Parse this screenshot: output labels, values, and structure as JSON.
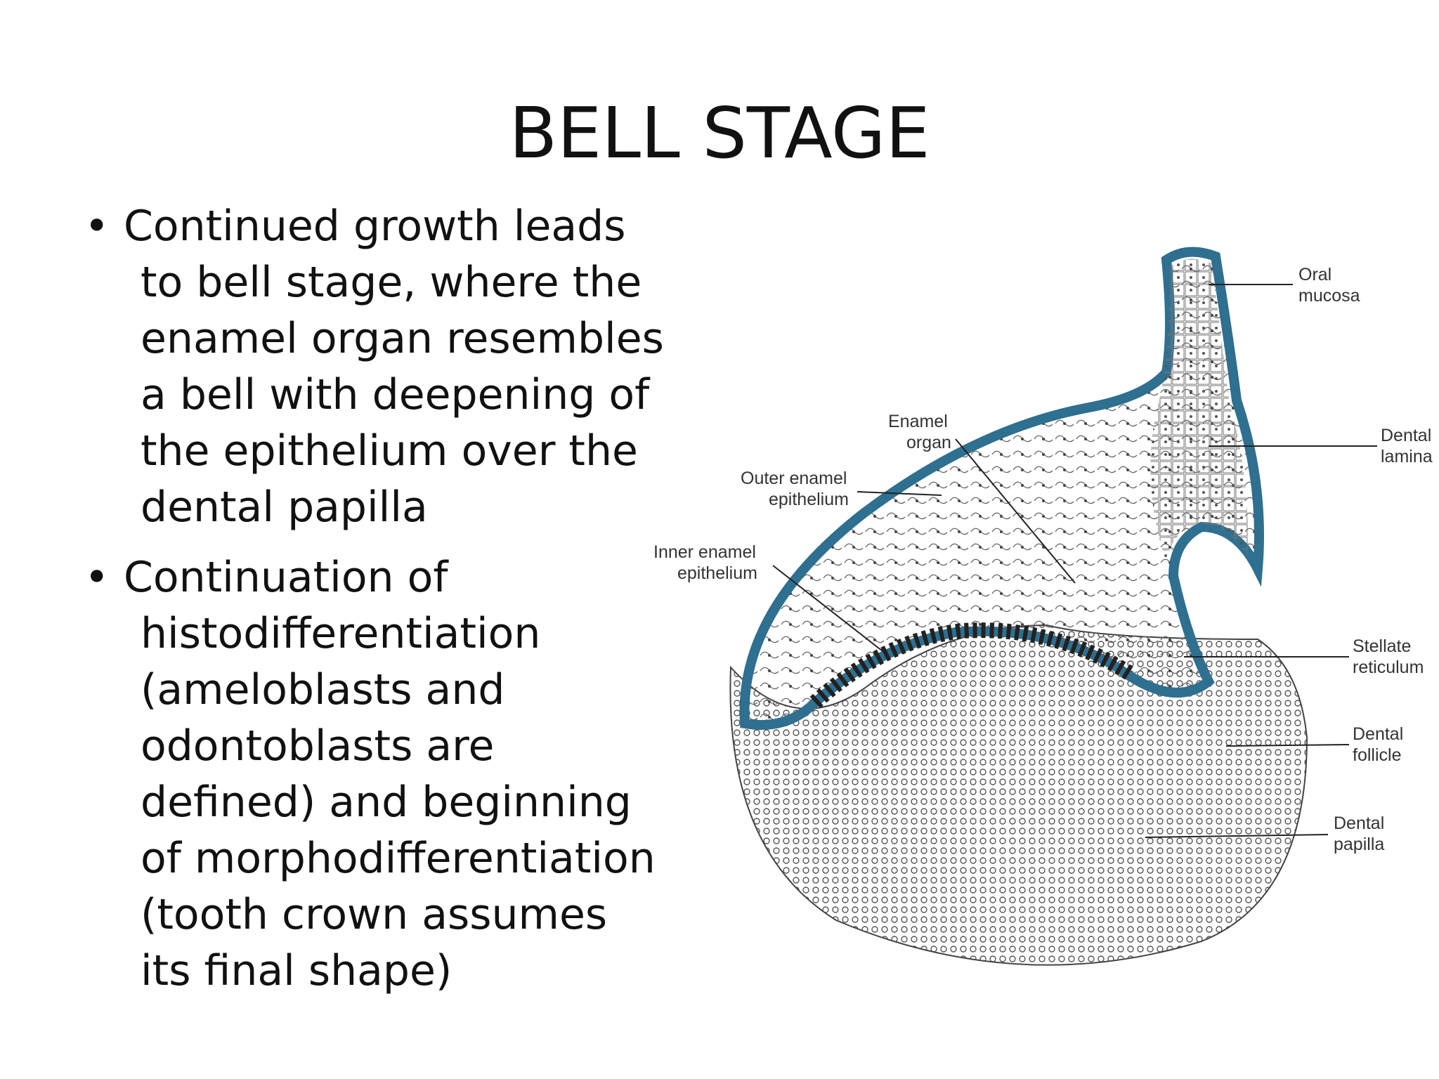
{
  "slide": {
    "title": "BELL STAGE",
    "bullets": [
      "Continued growth leads to bell stage, where the enamel organ resembles a bell with deepening of the epithelium over the dental papilla",
      "Continuation of histodifferentiation (ameloblasts and odontoblasts are defined) and beginning of morphodifferentiation (tooth crown assumes its final shape)"
    ]
  },
  "figure": {
    "labels": {
      "oral_mucosa": [
        "Oral",
        "mucosa"
      ],
      "dental_lamina": [
        "Dental",
        "lamina"
      ],
      "enamel_organ": [
        "Enamel",
        "organ"
      ],
      "outer_enamel_epithelium": [
        "Outer enamel",
        "epithelium"
      ],
      "inner_enamel_epithelium": [
        "Inner enamel",
        "epithelium"
      ],
      "stellate_reticulum": [
        "Stellate",
        "reticulum"
      ],
      "dental_follicle": [
        "Dental",
        "follicle"
      ],
      "dental_papilla": [
        "Dental",
        "papilla"
      ]
    },
    "colors": {
      "epithelium": "#2f6f8f",
      "line": "#222222",
      "tissue": "#f3f3f3"
    }
  }
}
